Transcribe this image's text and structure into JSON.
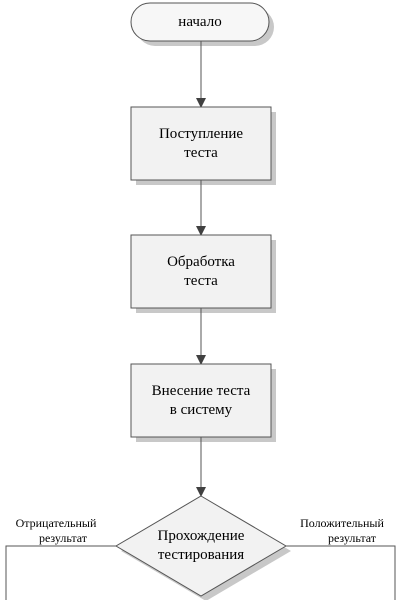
{
  "flowchart": {
    "start": {
      "label": "начало"
    },
    "steps": [
      {
        "line1": "Поступление",
        "line2": "теста"
      },
      {
        "line1": "Обработка",
        "line2": "теста"
      },
      {
        "line1": "Внесение теста",
        "line2": "в систему"
      }
    ],
    "decision": {
      "line1": "Прохождение",
      "line2": "тестирования"
    },
    "branch_left": {
      "line1": "Отрицательный",
      "line2": "результат"
    },
    "branch_right": {
      "line1": "Положительный",
      "line2": "результат"
    }
  },
  "colors": {
    "box_fill": "#f2f2f2",
    "box_shadow": "#c8c8c8",
    "stroke": "#555555",
    "arrow": "#404040"
  }
}
